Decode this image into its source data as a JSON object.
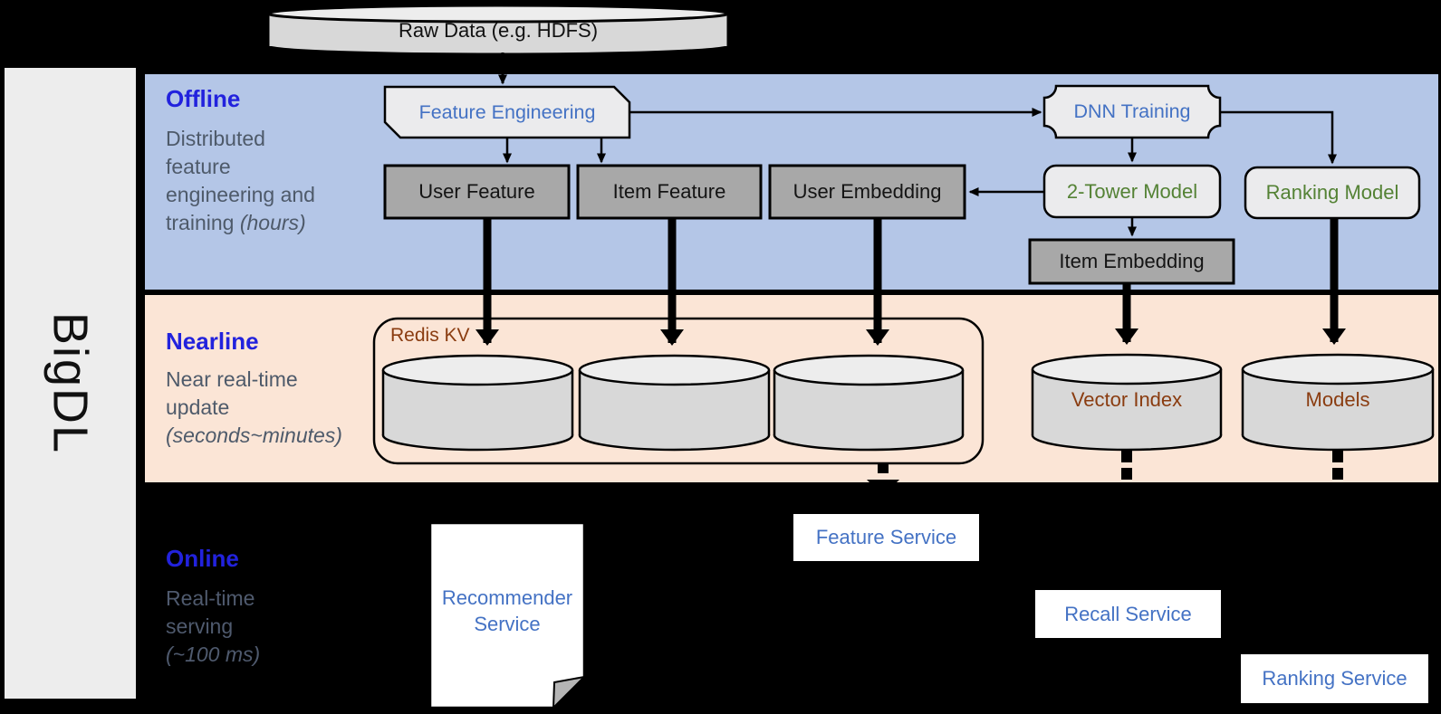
{
  "brand": {
    "label": "BigDL"
  },
  "data_source": {
    "label": "Raw Data (e.g. HDFS)"
  },
  "lanes": {
    "offline": {
      "title": "Offline",
      "desc_lines": [
        "Distributed",
        "feature",
        "engineering and",
        "training"
      ],
      "desc_em": "(hours)"
    },
    "nearline": {
      "title": "Nearline",
      "desc_lines": [
        "Near real-time",
        "update"
      ],
      "desc_em": "(seconds~minutes)"
    },
    "online": {
      "title": "Online",
      "desc_lines": [
        "Real-time",
        "serving"
      ],
      "desc_em": "(~100 ms)"
    }
  },
  "nodes": {
    "feature_engineering": "Feature Engineering",
    "dnn_training": "DNN Training",
    "user_feature": "User Feature",
    "item_feature": "Item Feature",
    "user_embedding": "User Embedding",
    "two_tower_model": "2-Tower Model",
    "ranking_model": "Ranking Model",
    "item_embedding": "Item Embedding",
    "redis_kv": "Redis KV",
    "vector_index": "Vector Index",
    "models": "Models",
    "recommender_service": "Recommender Service",
    "feature_service": "Feature Service",
    "recall_service": "Recall Service",
    "ranking_service": "Ranking Service"
  },
  "colors": {
    "lane_title_blue": "#2222dd",
    "node_text_blue": "#4472c4",
    "node_text_green": "#548235",
    "node_text_brown": "#8a3c10",
    "lane_offline_bg": "#b4c6e7",
    "lane_nearline_bg": "#fbe5d6",
    "lane_online_bg": "#000000",
    "box_gray": "#a8a8a8",
    "box_light": "#ebebed",
    "cylinder_body": "#d8d8d8"
  }
}
